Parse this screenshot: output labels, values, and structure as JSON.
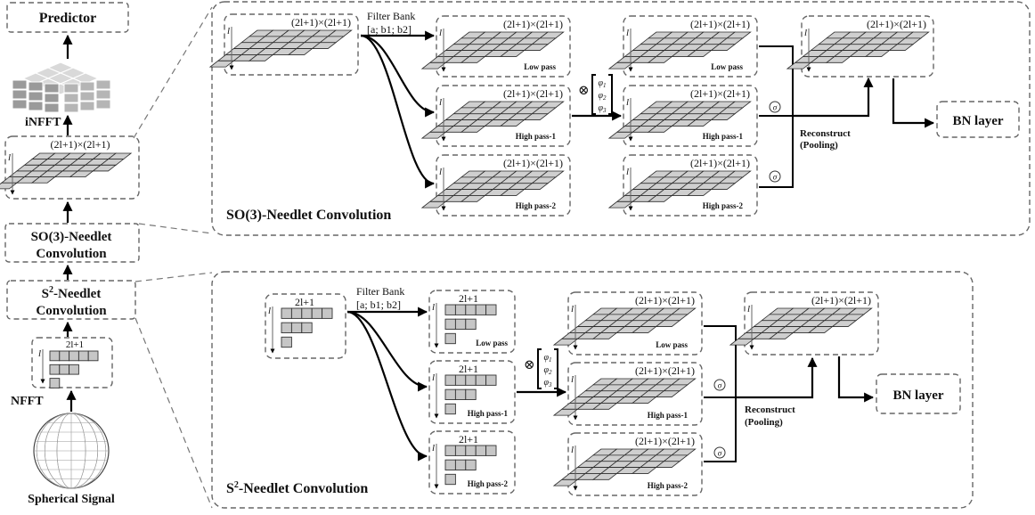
{
  "left_column": {
    "predictor": "Predictor",
    "infft": "iNFFT",
    "dim_so3": "(2l+1)×(2l+1)",
    "so3_conv": [
      "SO(3)-Needlet",
      "Convolution"
    ],
    "s2_conv_sup": "S",
    "s2_conv_exp": "2",
    "s2_conv_rest": "-Needlet",
    "s2_conv_line2": "Convolution",
    "dim_s2": "2l+1",
    "nfft": "NFFT",
    "spherical": "Spherical Signal",
    "l": "l"
  },
  "so3_panel": {
    "title": "SO(3)-Needlet Convolution",
    "input_dim": "(2l+1)×(2l+1)",
    "filter_bank": "Filter Bank",
    "filter_params": "[a; b1; b2]",
    "bands": [
      {
        "dim": "(2l+1)×(2l+1)",
        "label": "Low pass"
      },
      {
        "dim": "(2l+1)×(2l+1)",
        "label": "High pass-1"
      },
      {
        "dim": "(2l+1)×(2l+1)",
        "label": "High pass-2"
      }
    ],
    "out_bands": [
      {
        "dim": "(2l+1)×(2l+1)",
        "label": "Low pass"
      },
      {
        "dim": "(2l+1)×(2l+1)",
        "label": "High pass-1"
      },
      {
        "dim": "(2l+1)×(2l+1)",
        "label": "High pass-2"
      }
    ],
    "phi": [
      "φ1",
      "φ2",
      "φ3"
    ],
    "reconstruct": [
      "Reconstruct",
      "(Pooling)"
    ],
    "output_dim": "(2l+1)×(2l+1)",
    "bn": "BN layer"
  },
  "s2_panel": {
    "title_pre": "S",
    "title_exp": "2",
    "title_rest": "-Needlet Convolution",
    "input_dim": "2l+1",
    "filter_bank": "Filter Bank",
    "filter_params": "[a; b1; b2]",
    "bands": [
      {
        "dim": "2l+1",
        "label": "Low pass"
      },
      {
        "dim": "2l+1",
        "label": "High pass-1"
      },
      {
        "dim": "2l+1",
        "label": "High pass-2"
      }
    ],
    "out_bands": [
      {
        "dim": "(2l+1)×(2l+1)",
        "label": "Low pass"
      },
      {
        "dim": "(2l+1)×(2l+1)",
        "label": "High pass-1"
      },
      {
        "dim": "(2l+1)×(2l+1)",
        "label": "High pass-2"
      }
    ],
    "phi": [
      "φ1",
      "φ2",
      "φ3"
    ],
    "reconstruct": [
      "Reconstruct",
      "(Pooling)"
    ],
    "output_dim": "(2l+1)×(2l+1)",
    "bn": "BN layer"
  },
  "symbols": {
    "otimes": "⊗",
    "act": "σ"
  }
}
